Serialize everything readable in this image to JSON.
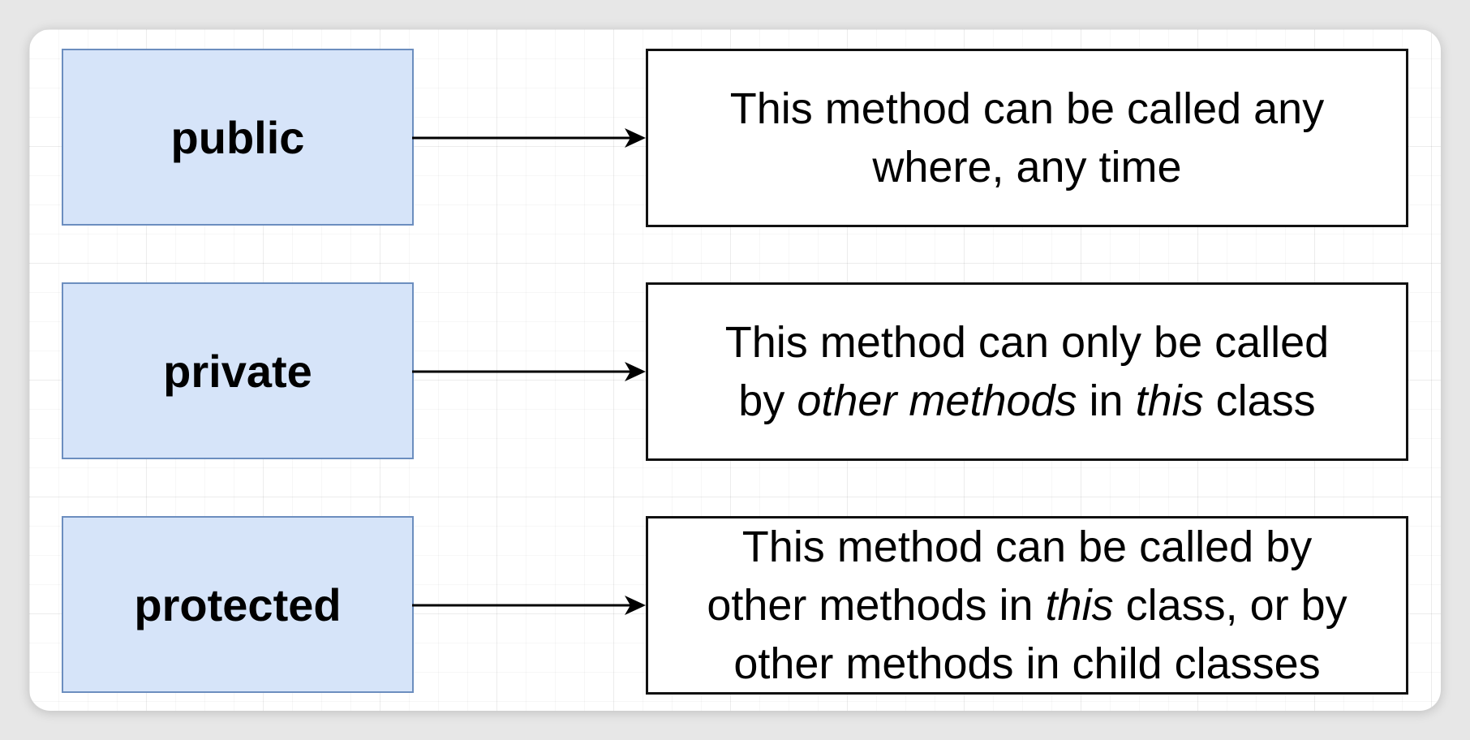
{
  "rows": [
    {
      "label": "public",
      "description": [
        [
          {
            "t": "This method can be called any",
            "i": false
          }
        ],
        [
          {
            "t": "where, any time",
            "i": false
          }
        ]
      ]
    },
    {
      "label": "private",
      "description": [
        [
          {
            "t": "This method can only be called",
            "i": false
          }
        ],
        [
          {
            "t": "by ",
            "i": false
          },
          {
            "t": "other methods",
            "i": true
          },
          {
            "t": " in ",
            "i": false
          },
          {
            "t": "this",
            "i": true
          },
          {
            "t": " class",
            "i": false
          }
        ]
      ]
    },
    {
      "label": "protected",
      "description": [
        [
          {
            "t": "This method can be called by",
            "i": false
          }
        ],
        [
          {
            "t": "other methods in ",
            "i": false
          },
          {
            "t": "this",
            "i": true
          },
          {
            "t": " class, or by",
            "i": false
          }
        ],
        [
          {
            "t": "other methods in child classes",
            "i": false
          }
        ]
      ]
    }
  ],
  "colors": {
    "label_fill": "#d6e4f9",
    "label_border": "#6c8ebf",
    "desc_border": "#111111",
    "arrow": "#000000"
  }
}
